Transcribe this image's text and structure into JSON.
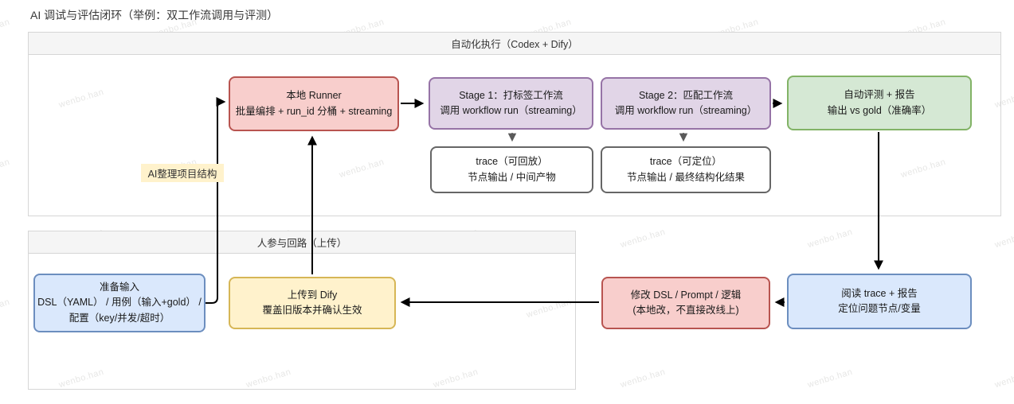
{
  "page": {
    "title": "AI 调试与评估闭环（举例：双工作流调用与评测）"
  },
  "watermark": {
    "text": "wenbo.han"
  },
  "containers": {
    "auto": {
      "header": "自动化执行（Codex + Dify）"
    },
    "human": {
      "header": "人参与回路（上传）"
    }
  },
  "nodes": {
    "local_runner": {
      "line1": "本地 Runner",
      "line2": "批量编排 + run_id 分桶 + streaming",
      "fill": "#f8cecc",
      "stroke": "#b85450"
    },
    "stage1": {
      "line1": "Stage 1：打标签工作流",
      "line2": "调用 workflow run（streaming）",
      "fill": "#e1d5e7",
      "stroke": "#9673a6"
    },
    "stage2": {
      "line1": "Stage 2：匹配工作流",
      "line2": "调用 workflow run（streaming）",
      "fill": "#e1d5e7",
      "stroke": "#9673a6"
    },
    "auto_eval": {
      "line1": "自动评测 + 报告",
      "line2": "输出 vs gold（准确率）",
      "fill": "#d5e8d4",
      "stroke": "#82b366"
    },
    "trace1": {
      "line1": "trace（可回放）",
      "line2": "节点输出 / 中间产物",
      "fill": "#ffffff",
      "stroke": "#666666"
    },
    "trace2": {
      "line1": "trace（可定位）",
      "line2": "节点输出 / 最终结构化结果",
      "fill": "#ffffff",
      "stroke": "#666666"
    },
    "ai_label": {
      "text": "AI整理项目结构",
      "fill": "#fff2cc"
    },
    "prepare": {
      "line1": "准备输入",
      "line2": "DSL（YAML） / 用例（输入+gold） /",
      "line3": "配置（key/并发/超时）",
      "fill": "#dae8fc",
      "stroke": "#6c8ebf"
    },
    "upload": {
      "line1": "上传到 Dify",
      "line2": "覆盖旧版本并确认生效",
      "fill": "#fff2cc",
      "stroke": "#d6b656"
    },
    "modify": {
      "line1": "修改 DSL / Prompt / 逻辑",
      "line2": "(本地改，不直接改线上)",
      "fill": "#f8cecc",
      "stroke": "#b85450"
    },
    "read_trace": {
      "line1": "阅读 trace + 报告",
      "line2": "定位问题节点/变量",
      "fill": "#dae8fc",
      "stroke": "#6c8ebf"
    }
  },
  "arrow_colors": {
    "main": "#000000",
    "minor": "#5a5a5a"
  }
}
